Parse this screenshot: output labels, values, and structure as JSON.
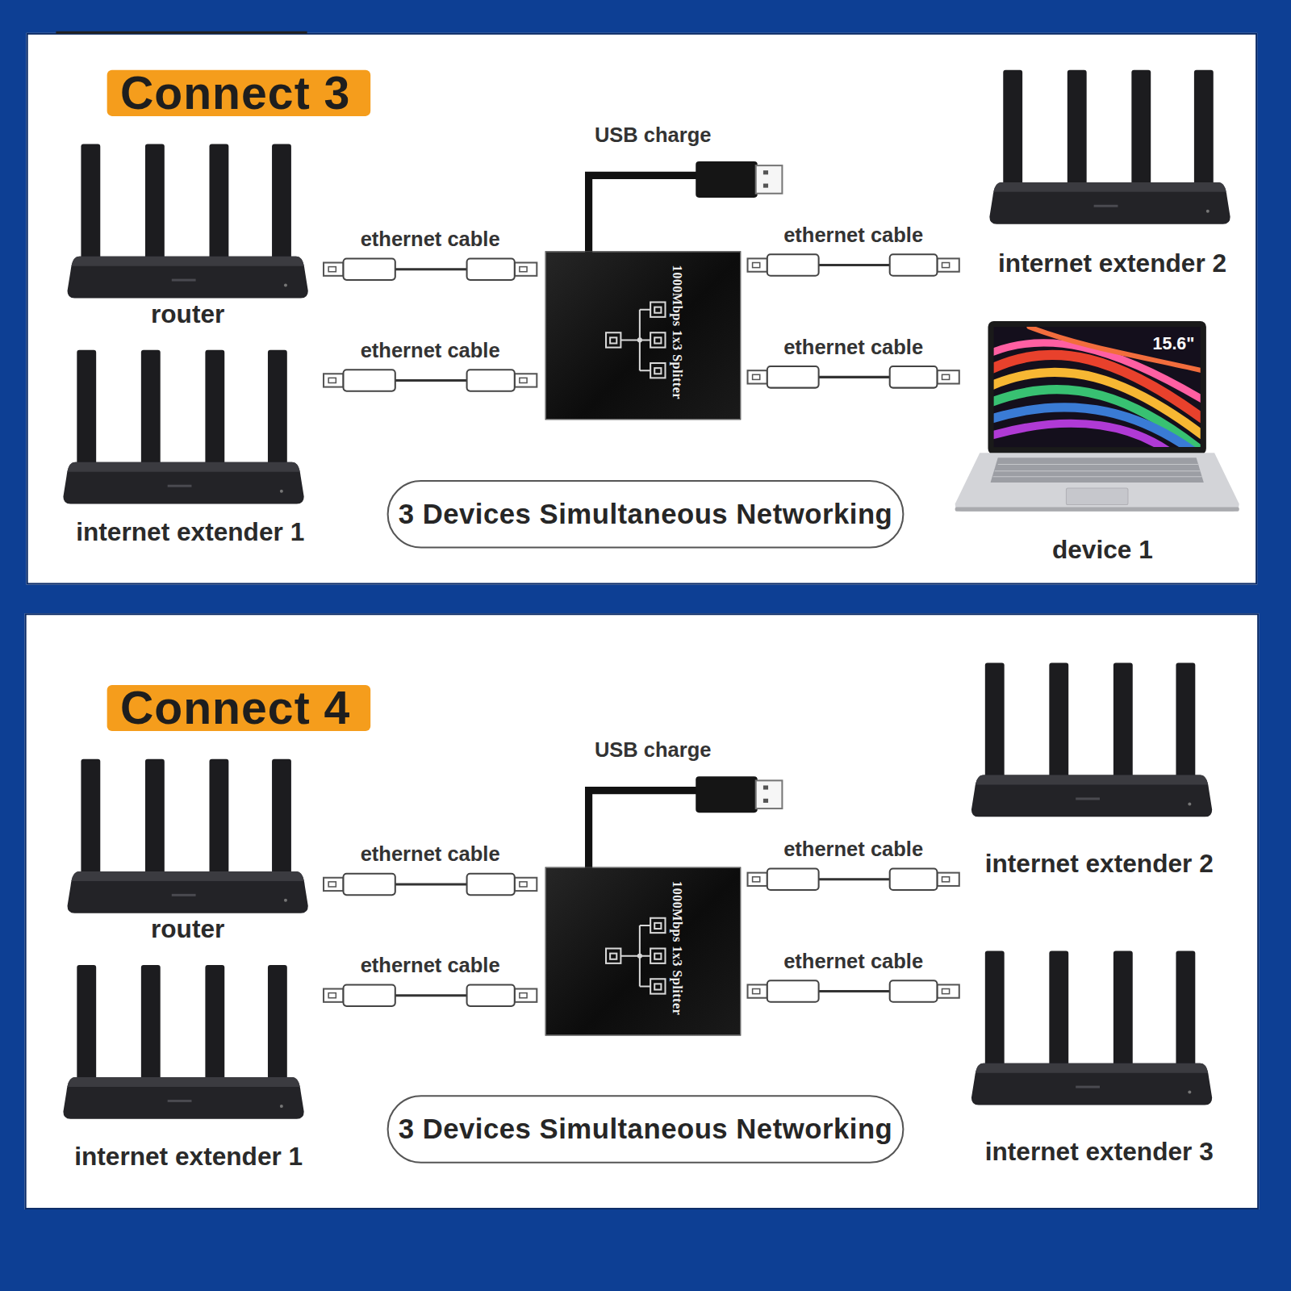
{
  "diagram": {
    "nodes": [
      {
        "text": [
          "Connect 3"
        ]
      },
      {
        "text": [
          "router"
        ]
      },
      {
        "text": [
          "internet extender 1"
        ]
      },
      {
        "text": [
          "1000Mbps 1x3 Splitter"
        ]
      },
      {
        "text": [
          "internet extender 2"
        ]
      },
      {
        "text": [
          "15.6\"",
          "device 1"
        ]
      },
      {
        "text": [
          "3 Devices Simultaneous Networking"
        ]
      },
      {
        "text": [
          "Connect 4"
        ]
      },
      {
        "text": [
          "router"
        ]
      },
      {
        "text": [
          "internet extender 1"
        ]
      },
      {
        "text": [
          "1000Mbps 1x3 Splitter"
        ]
      },
      {
        "text": [
          "internet extender 2"
        ]
      },
      {
        "text": [
          "internet extender 3"
        ]
      },
      {
        "text": [
          "3 Devices Simultaneous Networking"
        ]
      }
    ],
    "edges": [
      {
        "from": 1,
        "to": 3,
        "label": "ethernet cable",
        "arrow": "none"
      },
      {
        "from": 2,
        "to": 3,
        "label": "ethernet cable",
        "arrow": "none"
      },
      {
        "from": 3,
        "to": 4,
        "label": "ethernet cable",
        "arrow": "none"
      },
      {
        "from": 3,
        "to": 5,
        "label": "ethernet cable",
        "arrow": "none"
      },
      {
        "from": 8,
        "to": 10,
        "label": "ethernet cable",
        "arrow": "none"
      },
      {
        "from": 9,
        "to": 10,
        "label": "ethernet cable",
        "arrow": "none"
      },
      {
        "from": 10,
        "to": 11,
        "label": "ethernet cable",
        "arrow": "none"
      },
      {
        "from": 10,
        "to": 12,
        "label": "ethernet cable",
        "arrow": "none"
      }
    ],
    "labels": [
      "USB charge",
      "USB charge"
    ]
  }
}
